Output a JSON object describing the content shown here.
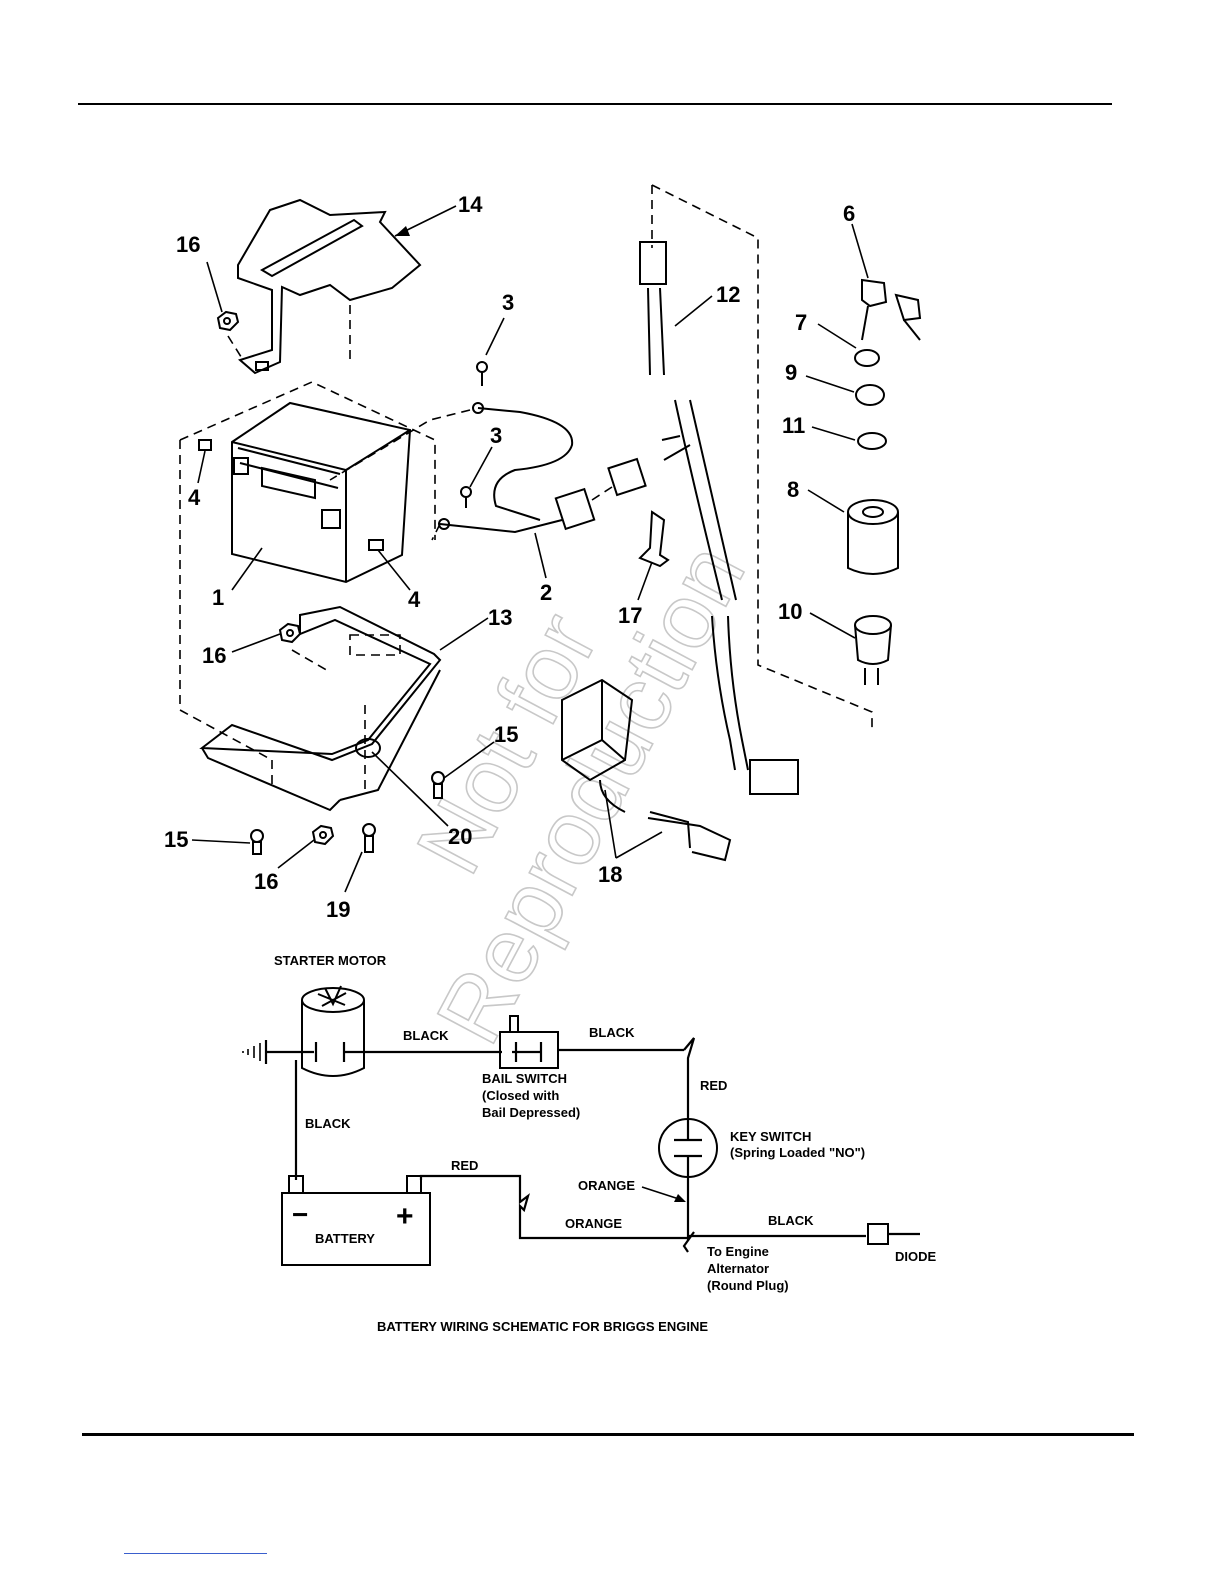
{
  "exploded_view": {
    "callouts": [
      {
        "id": "c14",
        "text": "14"
      },
      {
        "id": "c16a",
        "text": "16"
      },
      {
        "id": "c3a",
        "text": "3"
      },
      {
        "id": "c3b",
        "text": "3"
      },
      {
        "id": "c4a",
        "text": "4"
      },
      {
        "id": "c4b",
        "text": "4"
      },
      {
        "id": "c1",
        "text": "1"
      },
      {
        "id": "c2",
        "text": "2"
      },
      {
        "id": "c12",
        "text": "12"
      },
      {
        "id": "c6",
        "text": "6"
      },
      {
        "id": "c7",
        "text": "7"
      },
      {
        "id": "c9",
        "text": "9"
      },
      {
        "id": "c11",
        "text": "11"
      },
      {
        "id": "c8",
        "text": "8"
      },
      {
        "id": "c10",
        "text": "10"
      },
      {
        "id": "c13",
        "text": "13"
      },
      {
        "id": "c17",
        "text": "17"
      },
      {
        "id": "c16b",
        "text": "16"
      },
      {
        "id": "c15a",
        "text": "15"
      },
      {
        "id": "c15b",
        "text": "15"
      },
      {
        "id": "c20",
        "text": "20"
      },
      {
        "id": "c16c",
        "text": "16"
      },
      {
        "id": "c19",
        "text": "19"
      },
      {
        "id": "c18",
        "text": "18"
      }
    ]
  },
  "schematic": {
    "starter_motor": "STARTER MOTOR",
    "wire_black_1": "BLACK",
    "wire_black_2": "BLACK",
    "bail_switch_1": "BAIL SWITCH",
    "bail_switch_2": "(Closed with",
    "bail_switch_3": "Bail Depressed)",
    "wire_red_1": "RED",
    "key_switch_1": "KEY SWITCH",
    "key_switch_2": "(Spring Loaded \"NO\")",
    "wire_black_3": "BLACK",
    "wire_red_2": "RED",
    "wire_orange_1": "ORANGE",
    "wire_orange_2": "ORANGE",
    "wire_black_4": "BLACK",
    "battery": "BATTERY",
    "battery_minus": "−",
    "battery_plus": "+",
    "alternator_1": "To Engine",
    "alternator_2": "Alternator",
    "alternator_3": "(Round Plug)",
    "diode": "DIODE",
    "caption": "BATTERY WIRING SCHEMATIC FOR BRIGGS ENGINE"
  },
  "watermark": {
    "line1": "Not for",
    "line2": "Reproduction"
  }
}
